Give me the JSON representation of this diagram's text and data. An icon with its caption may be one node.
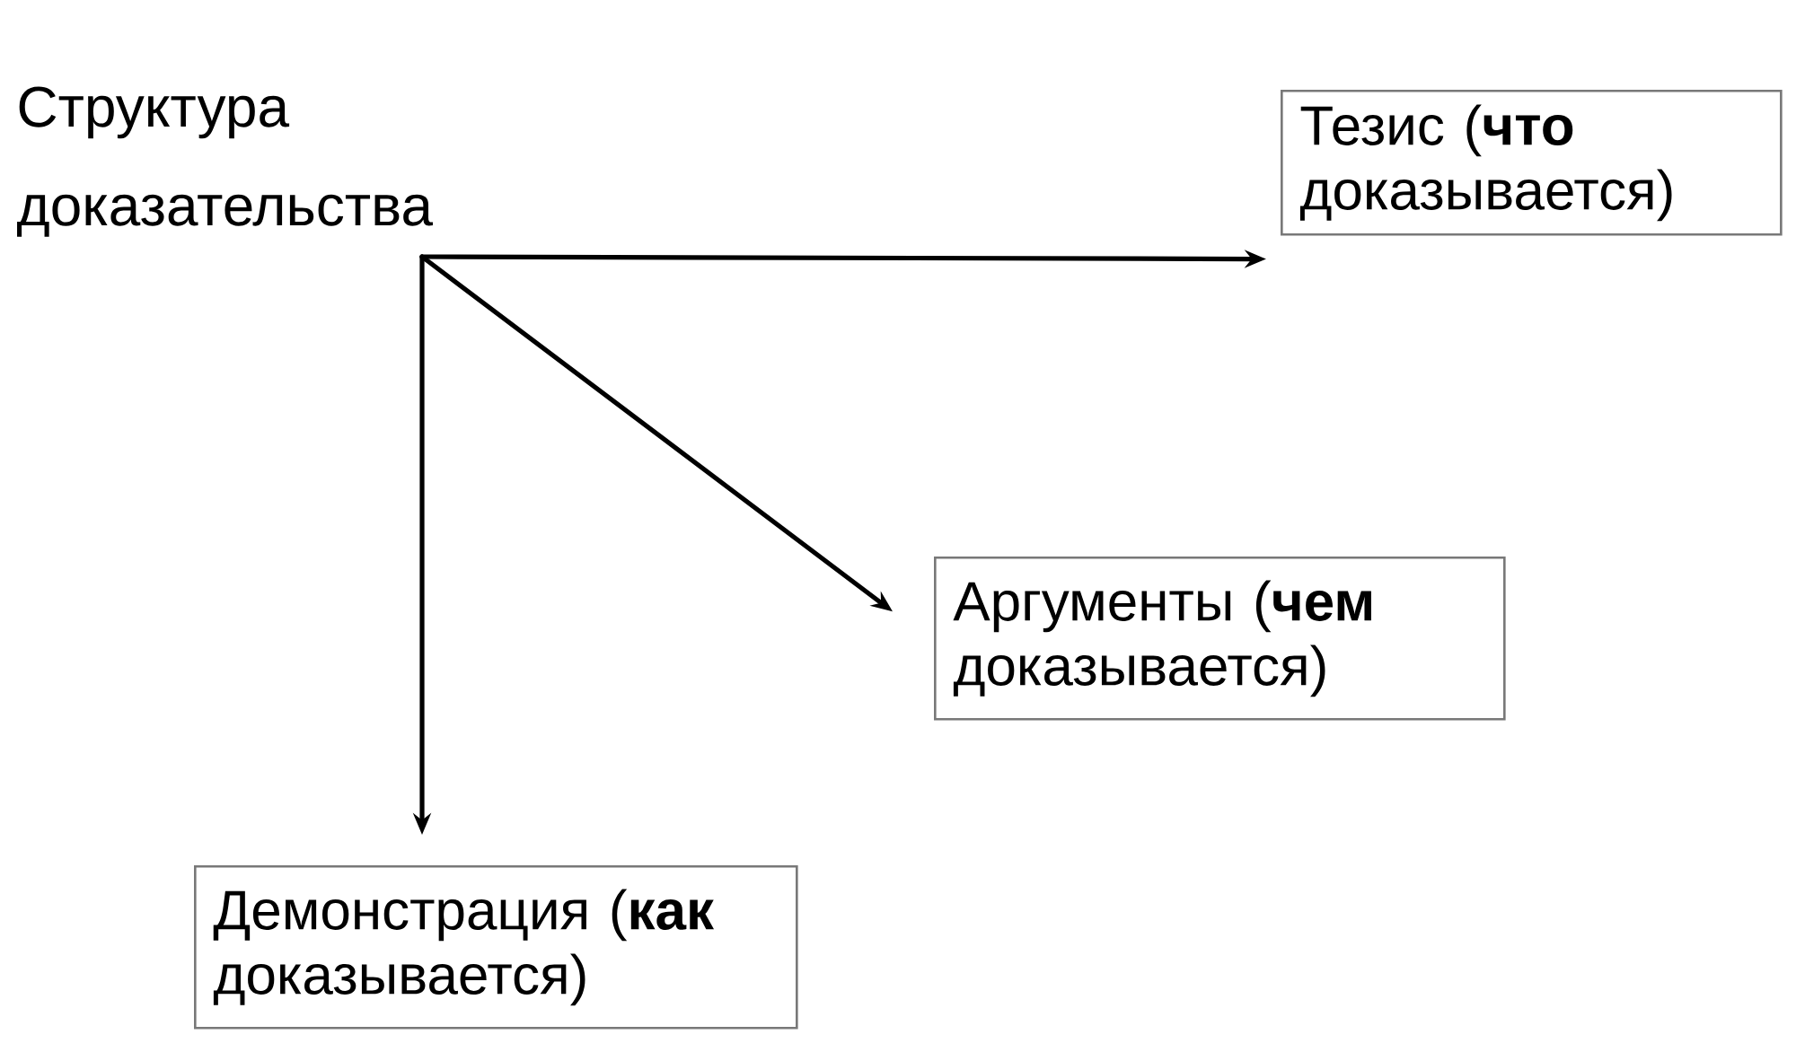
{
  "diagram": {
    "nodes": [
      {
        "text": [
          "Структура доказательства"
        ]
      },
      {
        "text": [
          "Тезис (**что** доказывается)"
        ]
      },
      {
        "text": [
          "Аргументы (**чем** доказывается)"
        ]
      },
      {
        "text": [
          "Демонстрация (**как** доказывается)"
        ]
      }
    ],
    "edges": [
      {
        "from": 0,
        "to": 1,
        "arrow": "to"
      },
      {
        "from": 0,
        "to": 2,
        "arrow": "to"
      },
      {
        "from": 0,
        "to": 3,
        "arrow": "to"
      }
    ]
  }
}
